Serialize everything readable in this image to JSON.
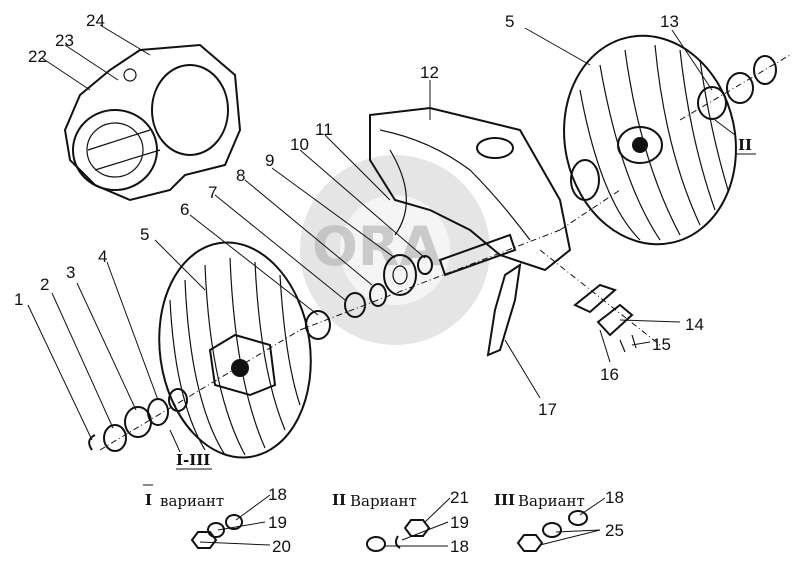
{
  "callouts": {
    "c1": "1",
    "c2": "2",
    "c3": "3",
    "c4": "4",
    "c5a": "5",
    "c5b": "5",
    "c6": "6",
    "c7": "7",
    "c8": "8",
    "c9": "9",
    "c10": "10",
    "c11": "11",
    "c12": "12",
    "c13": "13",
    "c14": "14",
    "c15": "15",
    "c16": "16",
    "c17": "17",
    "c18a": "18",
    "c18b": "18",
    "c18c": "18",
    "c19a": "19",
    "c19b": "19",
    "c20": "20",
    "c21": "21",
    "c22": "22",
    "c23": "23",
    "c24": "24",
    "c25": "25"
  },
  "variants": {
    "v1_num": "I",
    "v1_word": "вариант",
    "v2_num": "II",
    "v2_word": "Вариант",
    "v3_num": "III",
    "v3_word": "Вариант"
  },
  "roman_marks": {
    "r_left": "I-III",
    "r_right": "II"
  },
  "watermark": {
    "text": "ORA"
  }
}
